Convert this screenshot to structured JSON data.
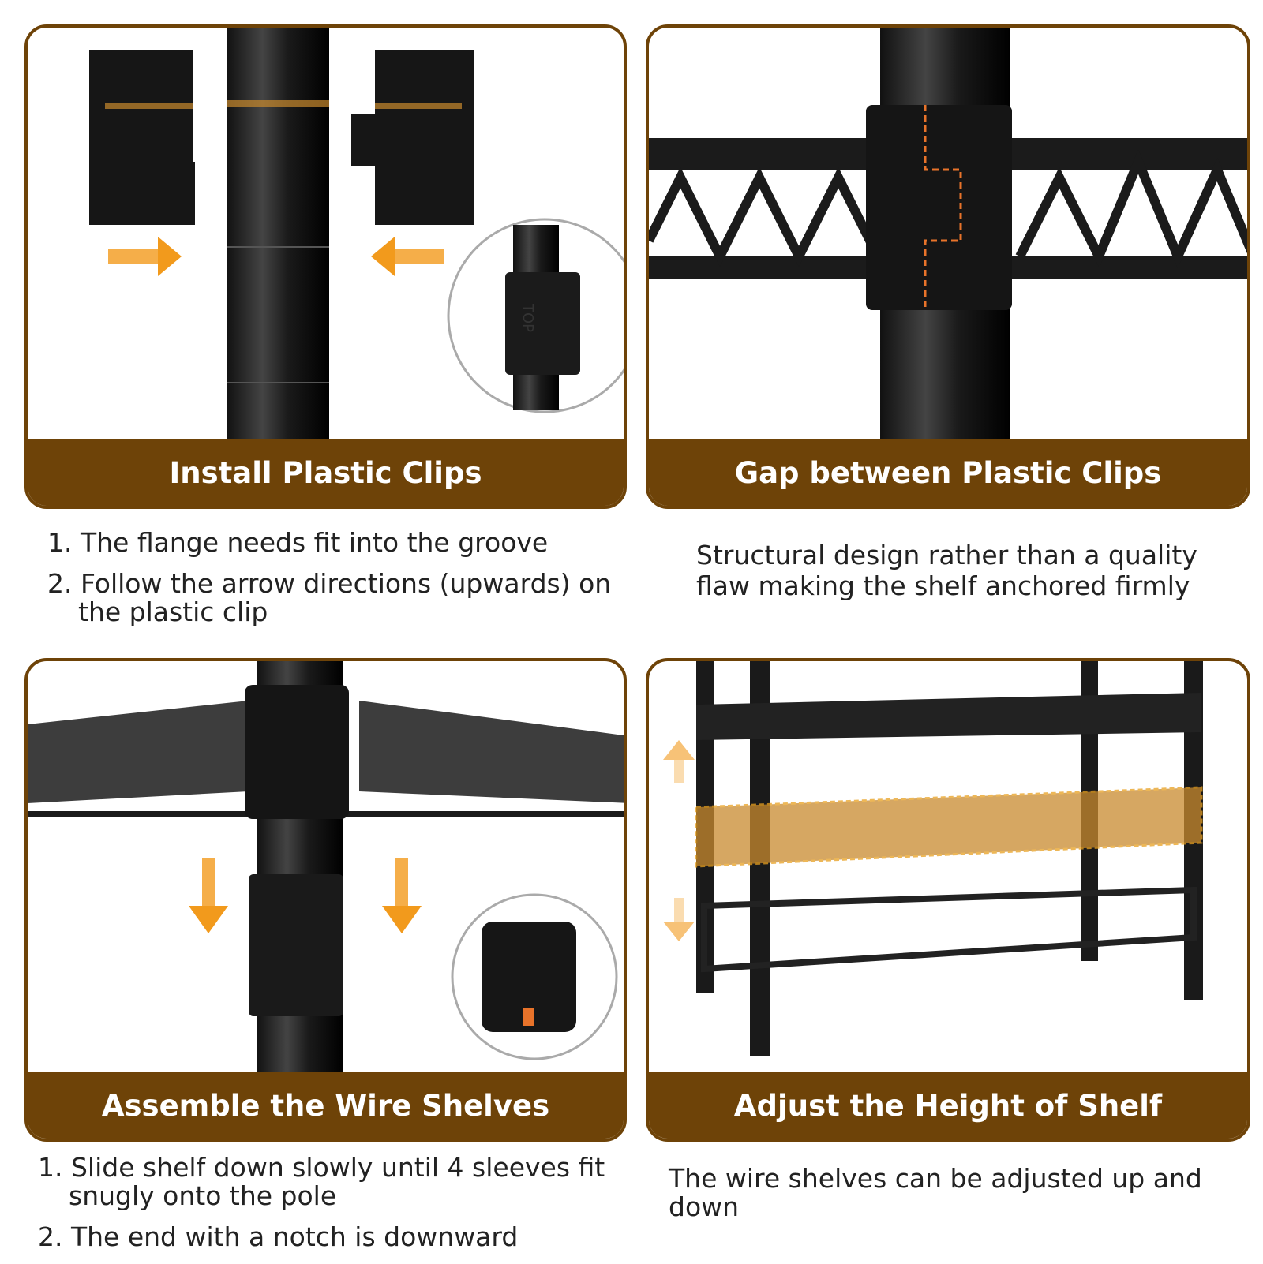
{
  "panels": [
    {
      "title": "Install Plastic Clips",
      "lines": [
        "1. The flange needs fit into the groove",
        "2. Follow the arrow directions (upwards)  on the plastic clip"
      ]
    },
    {
      "title": "Gap between Plastic Clips",
      "lines": [
        "Structural design rather than a quality flaw making the shelf anchored firmly"
      ]
    },
    {
      "title": "Assemble the Wire Shelves",
      "lines": [
        "1. Slide shelf down slowly until 4 sleeves fit snugly onto the pole",
        "2. The end with a notch is downward"
      ]
    },
    {
      "title": "Adjust the Height of Shelf",
      "lines": [
        "The wire shelves can be adjusted up and down"
      ]
    }
  ],
  "clip_label": "TOP",
  "colors": {
    "brand": "#6e4308",
    "arrow": "#f29a1c"
  }
}
